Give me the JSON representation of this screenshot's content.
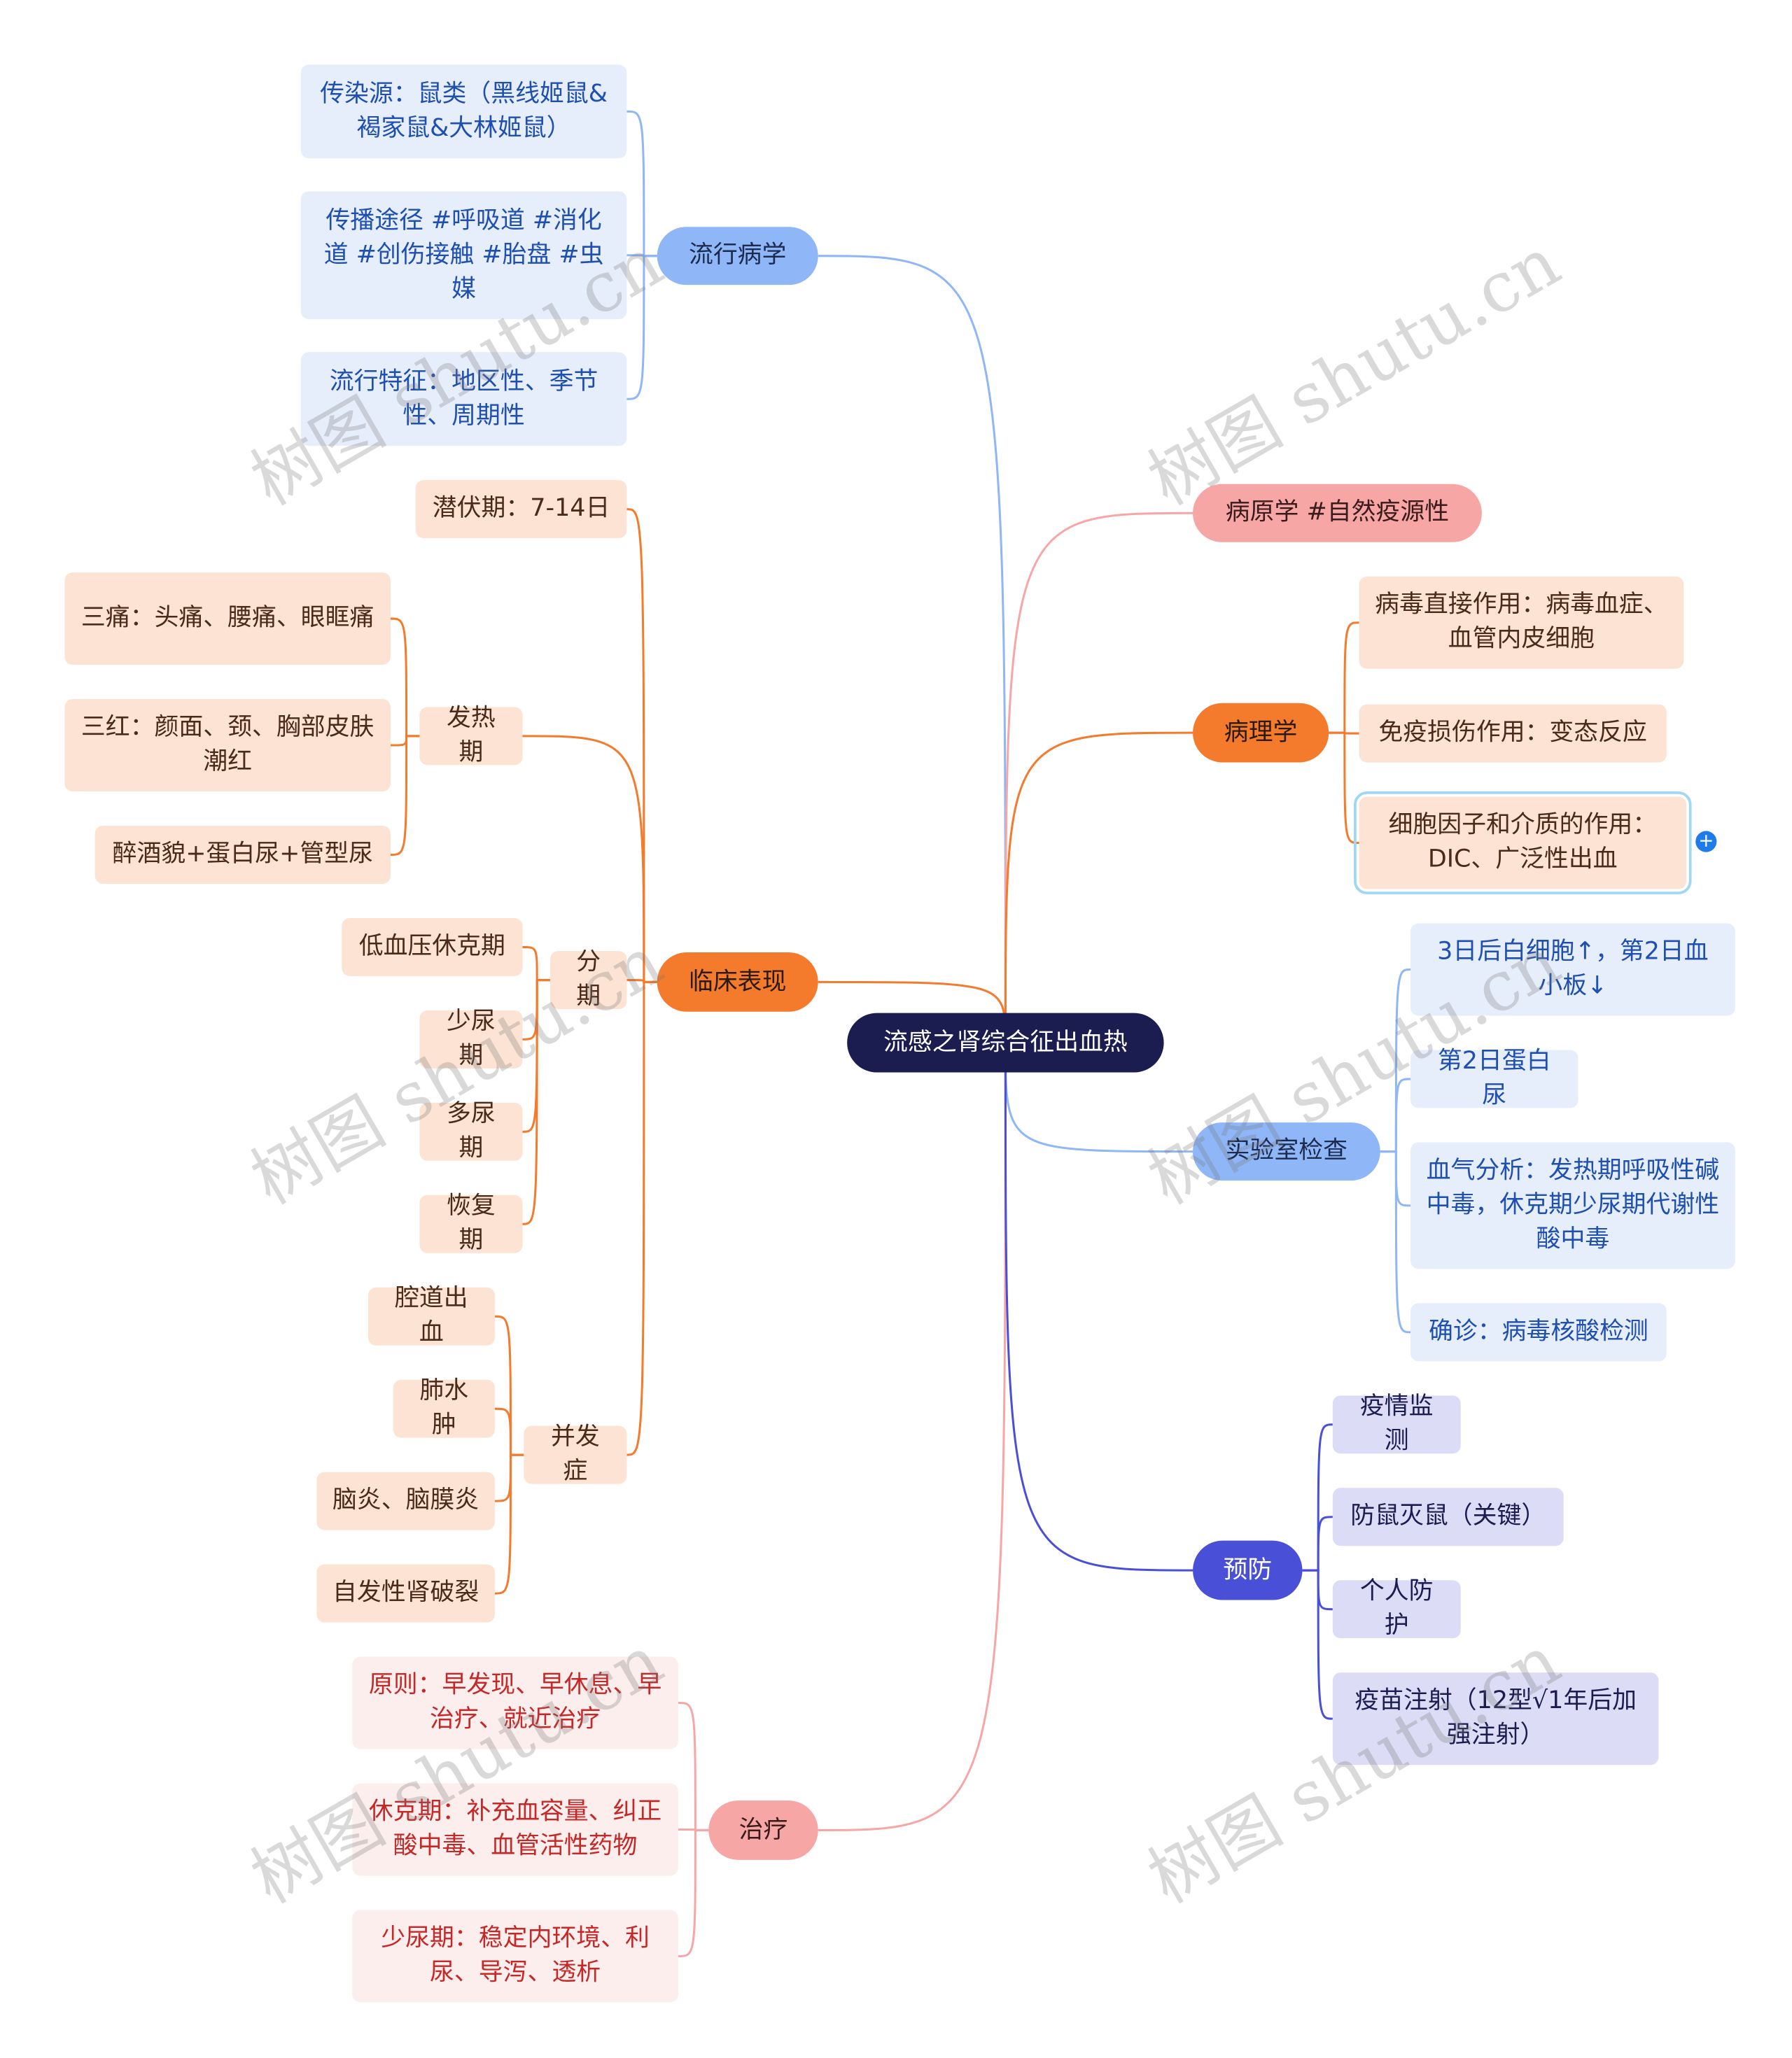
{
  "root": "流感之肾综合征出血热",
  "left": {
    "epidemiology": {
      "label": "流行病学",
      "children": [
        "传染源：鼠类（黑线姬鼠&褐家鼠&大林姬鼠）",
        "传播途径 #呼吸道 #消化道 #创伤接触 #胎盘 #虫媒",
        "流行特征：地区性、季节性、周期性"
      ]
    },
    "clinical": {
      "label": "临床表现",
      "incubation": "潜伏期：7-14日",
      "fever": {
        "label": "发热期",
        "children": [
          "三痛：头痛、腰痛、眼眶痛",
          "三红：颜面、颈、胸部皮肤潮红",
          "醉酒貌+蛋白尿+管型尿"
        ]
      },
      "stages": {
        "label": "分期",
        "children": [
          "低血压休克期",
          "少尿期",
          "多尿期",
          "恢复期"
        ]
      },
      "complications": {
        "label": "并发症",
        "children": [
          "腔道出血",
          "肺水肿",
          "脑炎、脑膜炎",
          "自发性肾破裂"
        ]
      }
    },
    "treatment": {
      "label": "治疗",
      "children": [
        "原则：早发现、早休息、早治疗、就近治疗",
        "休克期：补充血容量、纠正酸中毒、血管活性药物",
        "少尿期：稳定内环境、利尿、导泻、透析"
      ]
    }
  },
  "right": {
    "etiology": {
      "label": "病原学 #自然疫源性"
    },
    "pathology": {
      "label": "病理学",
      "children": [
        "病毒直接作用：病毒血症、血管内皮细胞",
        "免疫损伤作用：变态反应",
        "细胞因子和介质的作用：DIC、广泛性出血"
      ],
      "expand": "+"
    },
    "lab": {
      "label": "实验室检查",
      "children": [
        "3日后白细胞↑，第2日血小板↓",
        "第2日蛋白尿",
        "血气分析：发热期呼吸性碱中毒，休克期少尿期代谢性酸中毒",
        "确诊：病毒核酸检测"
      ]
    },
    "prevention": {
      "label": "预防",
      "children": [
        "疫情监测",
        "防鼠灭鼠（关键）",
        "个人防护",
        "疫苗注射（12型√1年后加强注射）"
      ]
    }
  },
  "watermark": "树图 shutu.cn",
  "colors": {
    "root": "#1b1c4f",
    "blue": "#8fb6f6",
    "orange": "#f47a2c",
    "pink": "#f7a6a6",
    "indigo": "#4a4fd8"
  }
}
